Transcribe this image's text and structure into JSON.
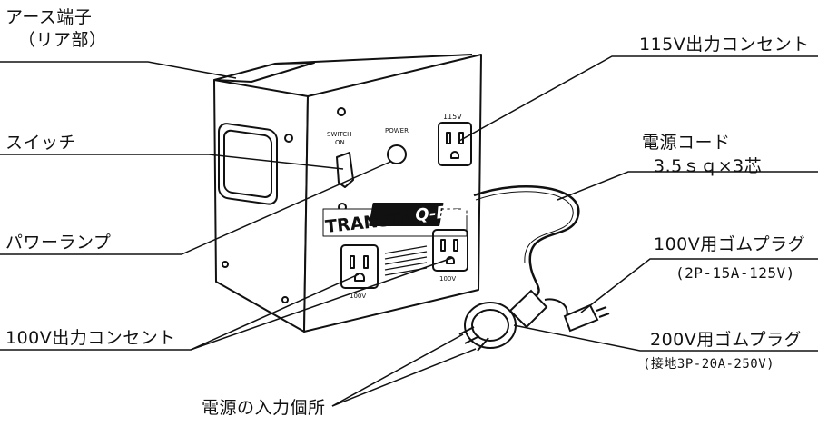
{
  "labels": {
    "earth_terminal": "アース端子",
    "earth_terminal_sub": "（リア部）",
    "switch": "スイッチ",
    "power_lamp": "パワーランプ",
    "outlet_100v": "100V出力コンセント",
    "outlet_115v": "115V出力コンセント",
    "power_cord": "電源コード",
    "power_cord_spec": "3.5ｓｑ×3芯",
    "plug_100v": "100V用ゴムプラグ",
    "plug_100v_spec": "(2P-15A-125V)",
    "plug_200v": "200V用ゴムプラグ",
    "plug_200v_spec": "(接地3P-20A-250V)",
    "input_point": "電源の入力個所"
  },
  "device": {
    "brand": "TRANSTAR",
    "model": "Q-BEE",
    "switch_label": "SWITCH",
    "switch_on": "ON",
    "power_label": "POWER",
    "outlet_115v_label": "115V",
    "outlet_100v_label_left": "100V",
    "outlet_100v_label_right": "100V"
  },
  "colors": {
    "ink": "#111111",
    "background": "#ffffff"
  }
}
